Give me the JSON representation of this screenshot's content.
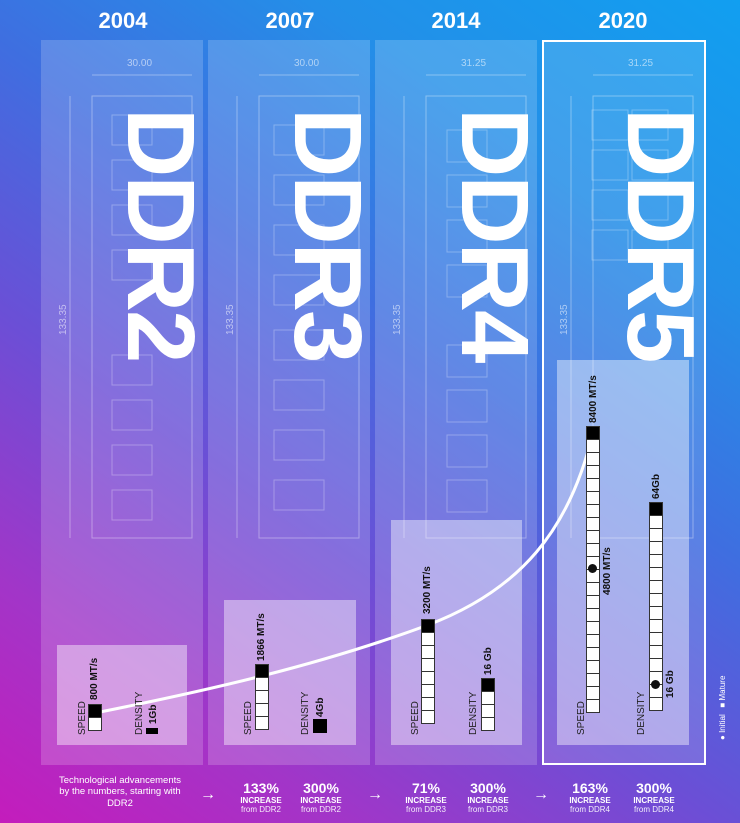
{
  "generations": [
    {
      "year": "2004",
      "name": "DDR2",
      "width": "30.00",
      "height": "133.35",
      "speed": {
        "label": "SPEED",
        "value": "800 MT/s",
        "mature_fraction": 0.25
      },
      "density": {
        "label": "DENSITY",
        "value": "1Gb",
        "fraction": 0.06
      }
    },
    {
      "year": "2007",
      "name": "DDR3",
      "width": "30.00",
      "height": "133.35",
      "speed": {
        "label": "SPEED",
        "value": "1866 MT/s",
        "mature_fraction": 0.22
      },
      "density": {
        "label": "DENSITY",
        "value": "4Gb",
        "fraction": 0.25
      }
    },
    {
      "year": "2014",
      "name": "DDR4",
      "width": "31.25",
      "height": "133.35",
      "speed": {
        "label": "SPEED",
        "value": "3200 MT/s",
        "mature_fraction": 0.38
      },
      "density": {
        "label": "DENSITY",
        "value": "16 Gb",
        "fraction": 1.0
      }
    },
    {
      "year": "2020",
      "name": "DDR5",
      "width": "31.25",
      "height": "133.35",
      "speed": {
        "label": "SPEED",
        "value": "8400 MT/s",
        "initial_value": "4800 MT/s"
      },
      "density": {
        "label": "DENSITY",
        "value": "64Gb",
        "initial_value": "16 Gb"
      }
    }
  ],
  "footer": {
    "intro": "Technological advancements by the numbers, starting with DDR2",
    "stats": [
      {
        "pct": "133%",
        "label": "INCREASE",
        "from": "from DDR2"
      },
      {
        "pct": "300%",
        "label": "INCREASE",
        "from": "from DDR2"
      },
      {
        "pct": "71%",
        "label": "INCREASE",
        "from": "from DDR3"
      },
      {
        "pct": "300%",
        "label": "INCREASE",
        "from": "from DDR3"
      },
      {
        "pct": "163%",
        "label": "INCREASE",
        "from": "from DDR4"
      },
      {
        "pct": "300%",
        "label": "INCREASE",
        "from": "from DDR4"
      }
    ],
    "arrow": "→"
  },
  "legend": {
    "initial": "Initial",
    "mature": "Mature"
  },
  "colors": {
    "accent": "#ffffff",
    "bg_start": "#c41cbc",
    "bg_end": "#119ff0"
  }
}
